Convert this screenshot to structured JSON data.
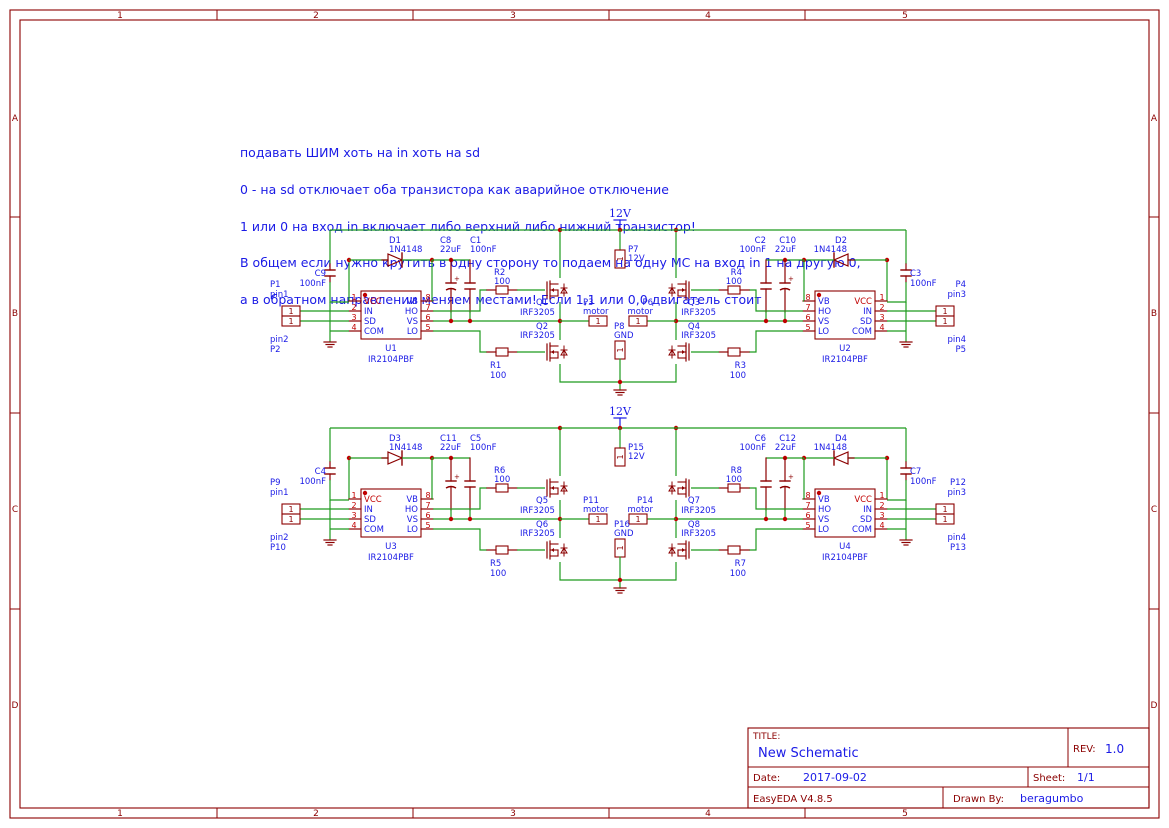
{
  "frame": {
    "columns": [
      "1",
      "2",
      "3",
      "4",
      "5"
    ],
    "rows": [
      "A",
      "B",
      "C",
      "D"
    ]
  },
  "notes": [
    "подавать ШИМ хоть на in хоть на sd",
    "0 - на sd отключает оба транзистора как аварийное отключение",
    "1 или 0 на вход in включает либо верхний либо нижний транзистор!",
    "В общем если нужно крутить в одну сторону то подаем на одну МС на вход in 1 на другую 0,",
    "а в обратном направлении меняем местами! Если 1,1 или 0,0 двигатель стоит"
  ],
  "title_block": {
    "title_label": "TITLE:",
    "title": "New Schematic",
    "rev_label": "REV:",
    "rev": "1.0",
    "date_label": "Date:",
    "date": "2017-09-02",
    "sheet_label": "Sheet:",
    "sheet": "1/1",
    "tool": "EasyEDA V4.8.5",
    "drawn_label": "Drawn By:",
    "drawn_by": "beragumbo"
  },
  "power_label": "12V",
  "ic_pins_left": [
    "VCC",
    "IN",
    "SD",
    "COM"
  ],
  "ic_pins_right": [
    "VB",
    "HO",
    "VS",
    "LO"
  ],
  "ic_pin_nums_left": [
    "1",
    "2",
    "3",
    "4"
  ],
  "ic_pin_nums_right": [
    "8",
    "7",
    "6",
    "5"
  ],
  "common": {
    "diode_part": "1N4148",
    "driver_part": "IR2104PBF",
    "mosfet_part": "IRF3205",
    "res_value": "100",
    "cap_small": "100nF",
    "cap_big": "22uF",
    "motor": "motor",
    "gnd": "GND",
    "v12": "12V",
    "pin1": "pin1",
    "pin2": "pin2",
    "pin3": "pin3",
    "pin4": "pin4",
    "one": "1"
  },
  "blocks": [
    {
      "LD": "D1",
      "LC1": "C9",
      "LC2": "C8",
      "LC3": "C1",
      "LR1": "R2",
      "LR2": "R1",
      "LQ1": "Q1",
      "LQ2": "Q2",
      "LU": "U1",
      "LPa": "P1",
      "LPb": "P2",
      "LPm": "P3",
      "RD": "D2",
      "RC1": "C3",
      "RC2": "C10",
      "RC3": "C2",
      "RR1": "R4",
      "RR2": "R3",
      "RQ1": "Q3",
      "RQ2": "Q4",
      "RU": "U2",
      "RPa": "P4",
      "RPb": "P5",
      "RPm": "P6",
      "P12V": "P7",
      "PGND": "P8"
    },
    {
      "LD": "D3",
      "LC1": "C4",
      "LC2": "C11",
      "LC3": "C5",
      "LR1": "R6",
      "LR2": "R5",
      "LQ1": "Q5",
      "LQ2": "Q6",
      "LU": "U3",
      "LPa": "P9",
      "LPb": "P10",
      "LPm": "P11",
      "RD": "D4",
      "RC1": "C7",
      "RC2": "C12",
      "RC3": "C6",
      "RR1": "R8",
      "RR2": "R7",
      "RQ1": "Q7",
      "RQ2": "Q8",
      "RU": "U4",
      "RPa": "P12",
      "RPb": "P13",
      "RPm": "P14",
      "P12V": "P15",
      "PGND": "P16"
    }
  ],
  "colors": {
    "frame": "#8b0000",
    "wire": "#1e9b1e",
    "part": "#8b0000",
    "label": "#1a1ae6"
  }
}
